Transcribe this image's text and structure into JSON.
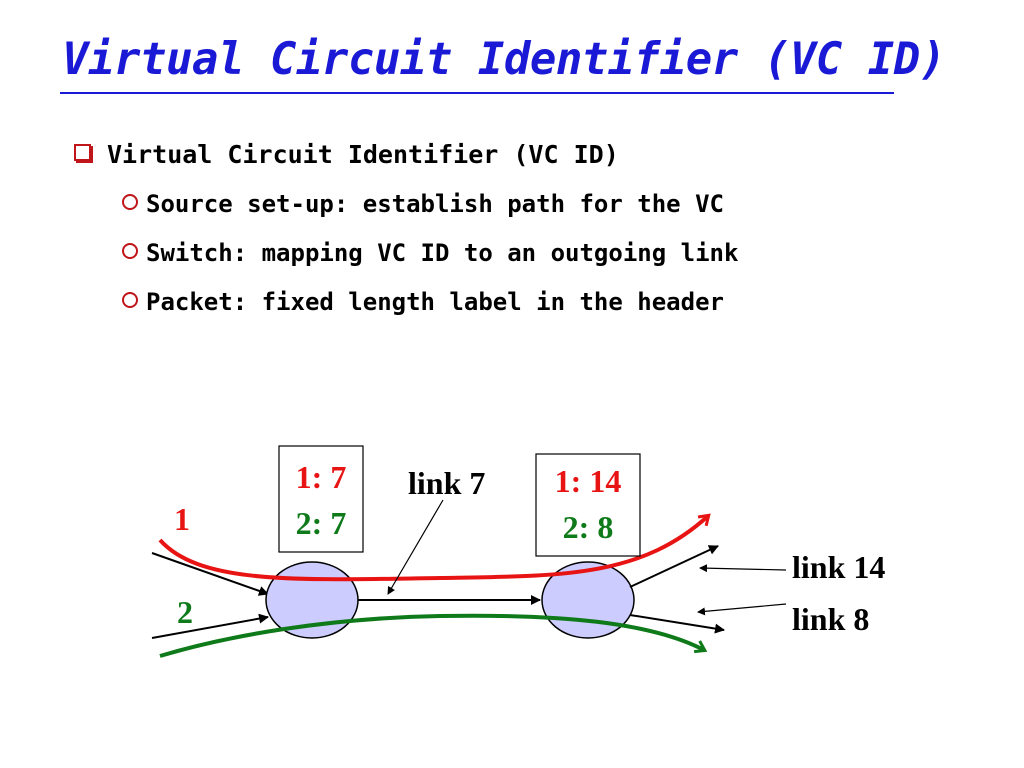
{
  "slide": {
    "title": "Virtual Circuit Identifier (VC ID)",
    "bullets": [
      {
        "text": "Virtual Circuit Identifier (VC ID)",
        "sub": [
          "Source set-up: establish path for the VC",
          "Switch: mapping VC ID to an outgoing link",
          "Packet: fixed length label in the header"
        ]
      }
    ]
  },
  "diagram": {
    "switch1_table": [
      "1: 7",
      "2: 7"
    ],
    "switch2_table": [
      "1: 14",
      "2: 8"
    ],
    "link_labels": {
      "middle": "link 7",
      "upper_out": "link 14",
      "lower_out": "link 8"
    },
    "vc_labels": {
      "vc1": "1",
      "vc2": "2"
    },
    "colors": {
      "title": "#1a1ad6",
      "vc1": "#e81414",
      "vc2": "#0f7a1a",
      "switch_fill": "#ccccff",
      "bullet": "#c0161a"
    }
  }
}
